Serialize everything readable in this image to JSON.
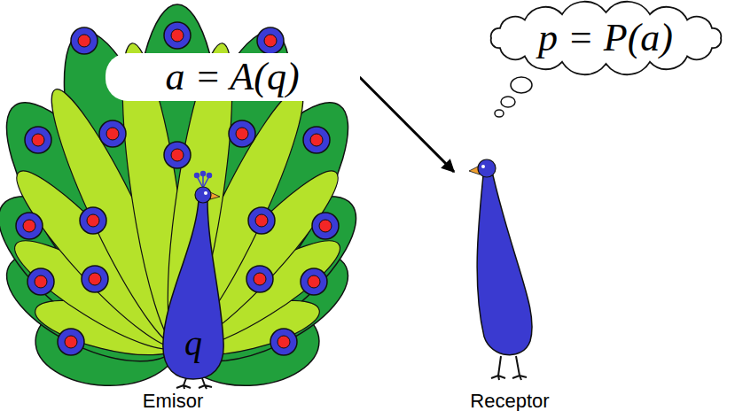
{
  "diagram": {
    "nodes": [
      {
        "text": [
          "Emisor"
        ]
      },
      {
        "text": [
          "a = A(q)"
        ],
        "in": 0
      },
      {
        "text": [
          "q"
        ],
        "in": 0
      },
      {
        "text": [
          "Receptor"
        ]
      },
      {
        "text": [
          "p = P(a)"
        ]
      }
    ],
    "edges": [
      {
        "from": 1,
        "to": 3,
        "arrow": "to"
      }
    ]
  }
}
